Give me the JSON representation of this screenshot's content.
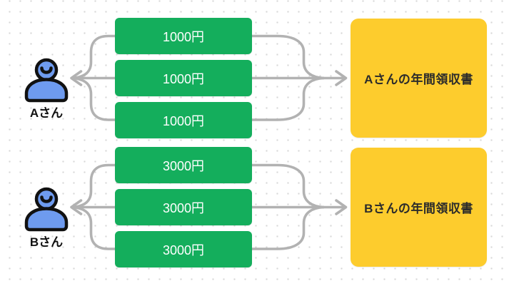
{
  "canvas": {
    "background_color": "#ffffff",
    "dot_grid_color": "#d7d7d7"
  },
  "palette": {
    "payment_green": "#14ae5c",
    "receipt_yellow": "#fdcc2d",
    "person_blue": "#6e9bef",
    "person_outline": "#111111",
    "connector_gray": "#b2b2b2",
    "payment_text": "#ffffff",
    "receipt_text": "#2b2b2b"
  },
  "groups": [
    {
      "person_label": "Aさん",
      "payments": [
        "1000円",
        "1000円",
        "1000円"
      ],
      "receipt_label": "Aさんの年間領収書"
    },
    {
      "person_label": "Bさん",
      "payments": [
        "3000円",
        "3000円",
        "3000円"
      ],
      "receipt_label": "Bさんの年間領収書"
    }
  ]
}
